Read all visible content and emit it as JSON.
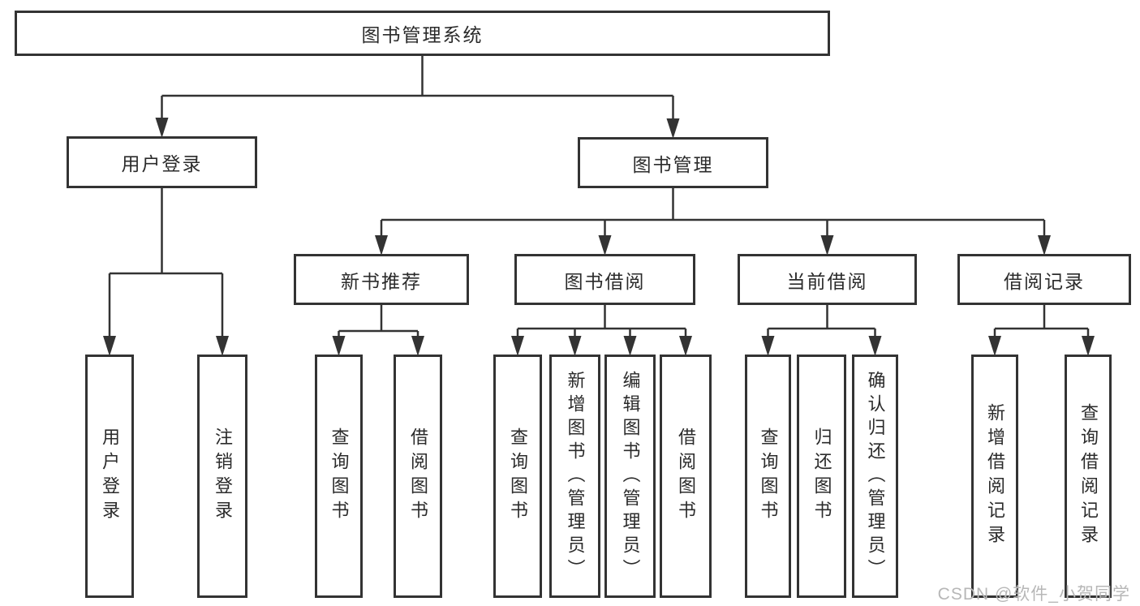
{
  "diagram": {
    "root": {
      "label": "图书管理系统"
    },
    "branches": [
      {
        "label": "用户登录",
        "children": [
          {
            "label": "用户登录"
          },
          {
            "label": "注销登录"
          }
        ]
      },
      {
        "label": "图书管理",
        "sections": [
          {
            "label": "新书推荐",
            "children": [
              {
                "label": "查询图书"
              },
              {
                "label": "借阅图书"
              }
            ]
          },
          {
            "label": "图书借阅",
            "children": [
              {
                "label": "查询图书"
              },
              {
                "label": "新增图书（管理员）"
              },
              {
                "label": "编辑图书（管理员）"
              },
              {
                "label": "借阅图书"
              }
            ]
          },
          {
            "label": "当前借阅",
            "children": [
              {
                "label": "查询图书"
              },
              {
                "label": "归还图书"
              },
              {
                "label": "确认归还（管理员）"
              }
            ]
          },
          {
            "label": "借阅记录",
            "children": [
              {
                "label": "新增借阅记录"
              },
              {
                "label": "查询借阅记录"
              }
            ]
          }
        ]
      }
    ]
  },
  "watermark": {
    "text": "CSDN @软件_小贺同学"
  },
  "colors": {
    "line": "#333333",
    "box_border": "#333333",
    "text": "#2b2b2b",
    "watermark": "#b7b7b7",
    "background": "#ffffff"
  }
}
